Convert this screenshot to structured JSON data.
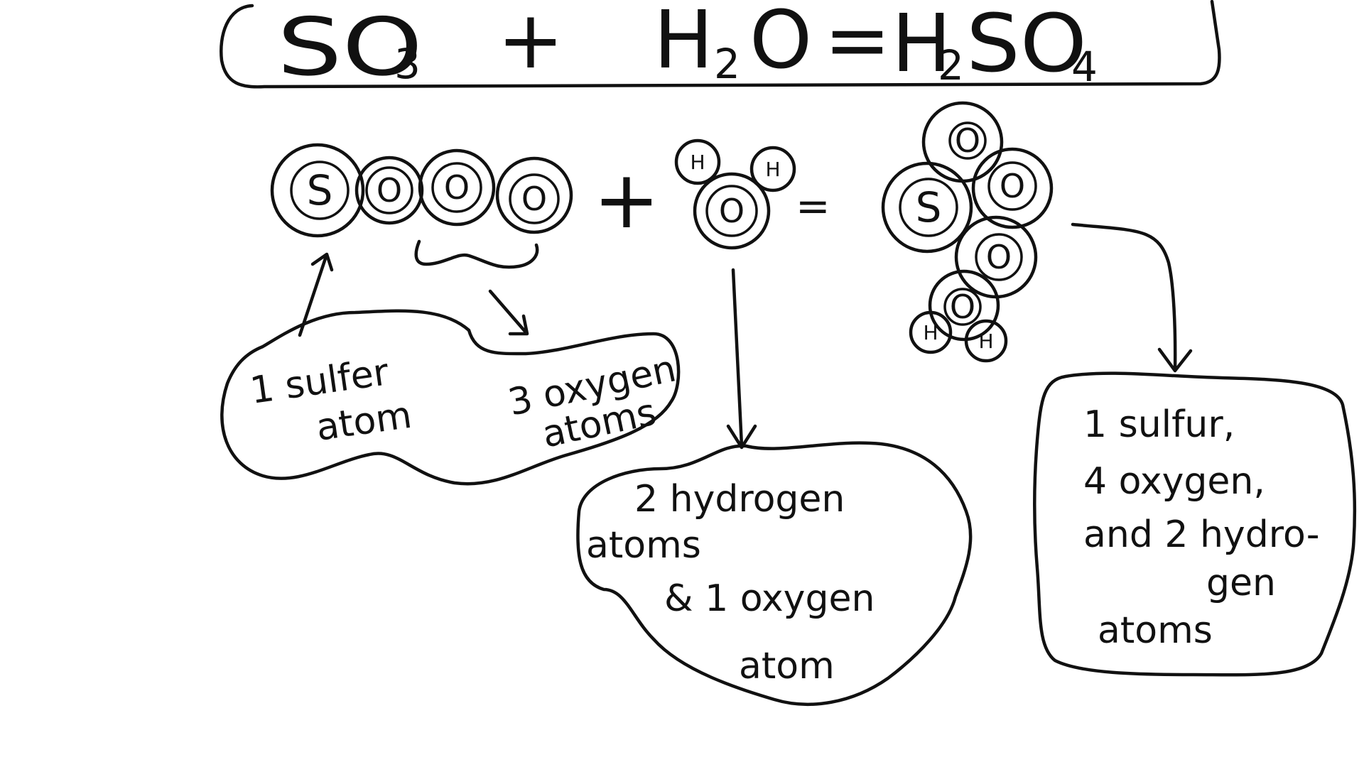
{
  "equation": {
    "so3": {
      "base": "SO",
      "sub": "3"
    },
    "plus": "+",
    "h2o": {
      "h": "H",
      "sub": "2",
      "o": "O"
    },
    "equals": "=",
    "h2so4": {
      "h": "H",
      "sub1": "2",
      "so": "SO",
      "sub2": "4"
    }
  },
  "reactant_so3": {
    "atoms": [
      "S",
      "O",
      "O",
      "O"
    ],
    "callout_sulfur": [
      "1 sulfer",
      "atom"
    ],
    "callout_oxygen": [
      "3 oxygen",
      "atoms"
    ]
  },
  "drawing_plus": "+",
  "drawing_equals": "=",
  "reactant_h2o": {
    "atoms": [
      "H",
      "H",
      "O"
    ],
    "callout": [
      "2 hydrogen",
      "atoms",
      "& 1 oxygen",
      "atom"
    ]
  },
  "product_h2so4": {
    "atoms": [
      "O",
      "S",
      "O",
      "O",
      "O",
      "H",
      "H"
    ],
    "callout": [
      "1 sulfur,",
      "4 oxygen,",
      "and 2 hydro-",
      "gen",
      "atoms"
    ]
  },
  "ink_color": "#111111",
  "background_color": "#ffffff"
}
